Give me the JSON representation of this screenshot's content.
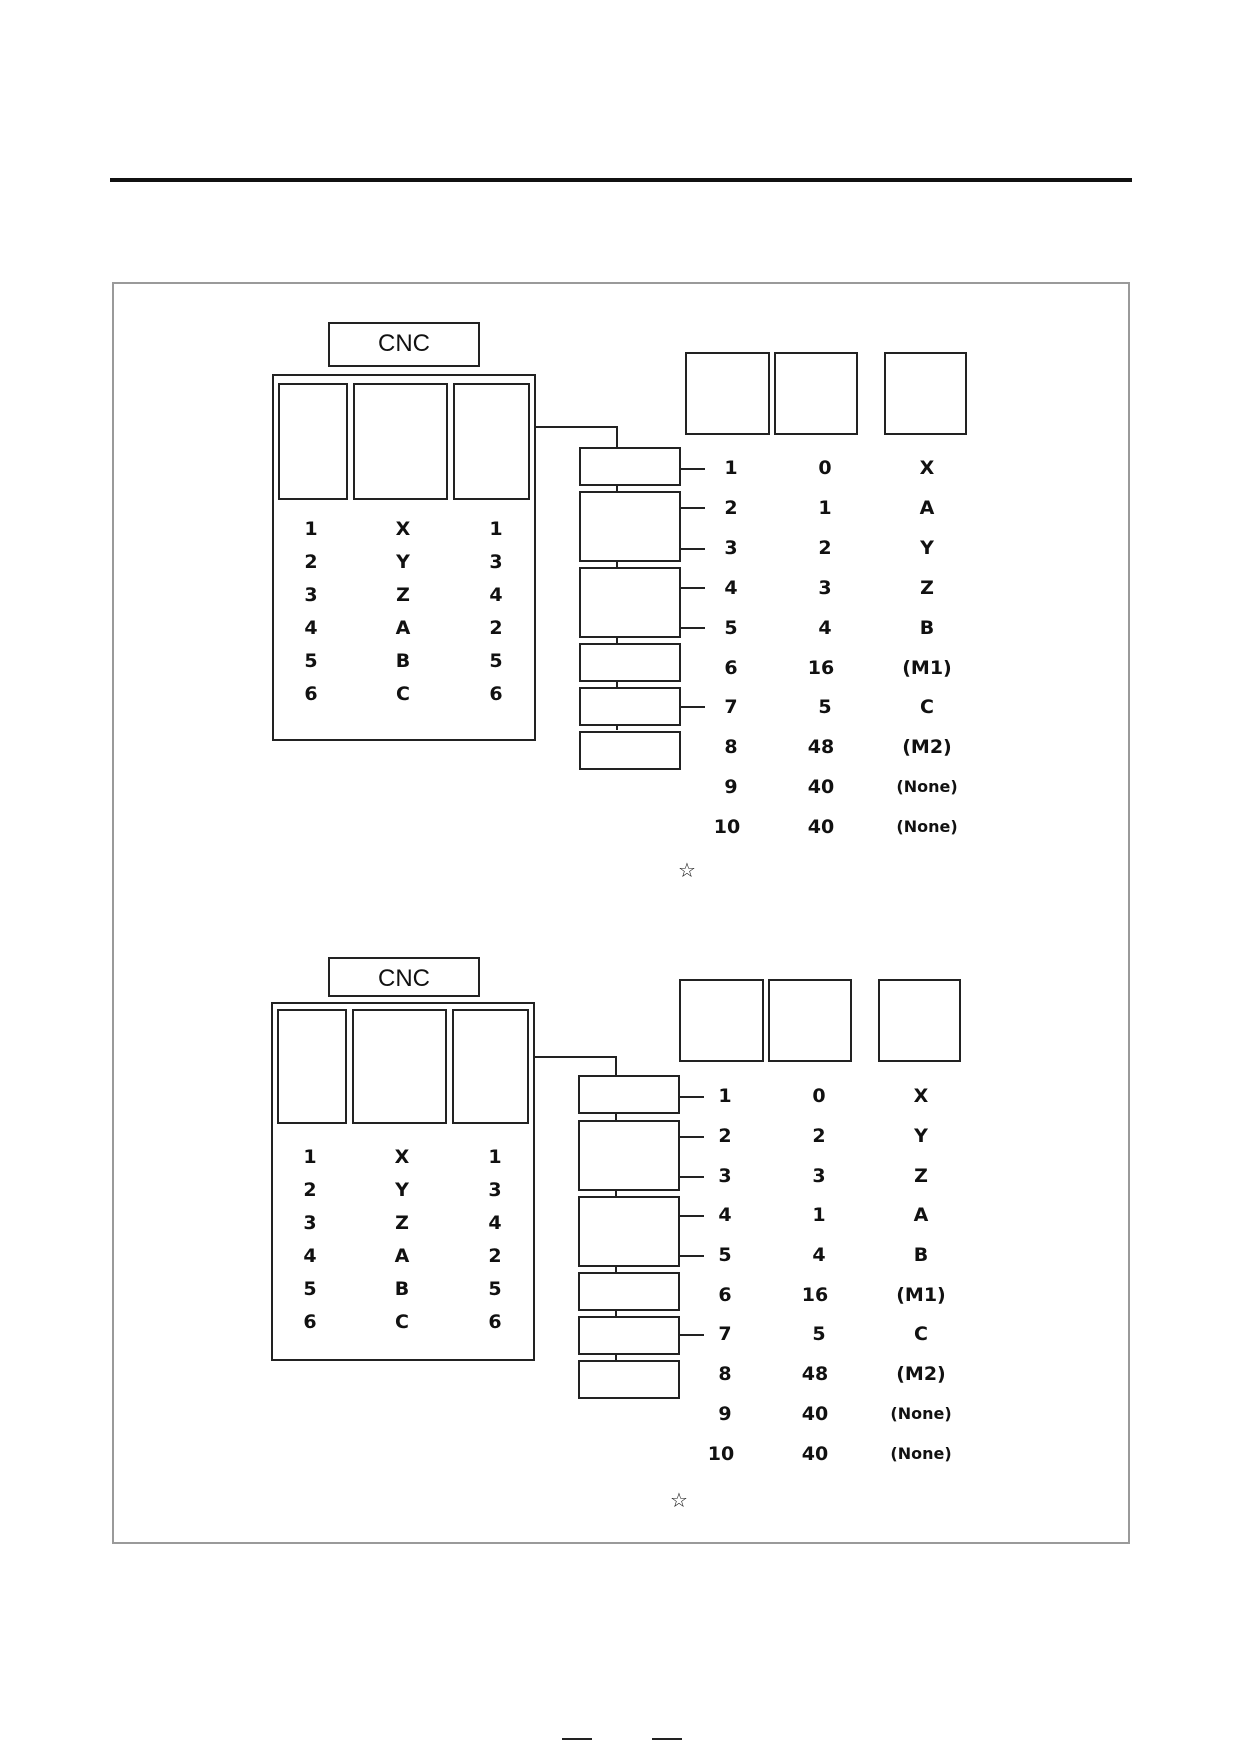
{
  "diagrams": [
    {
      "cnc_label": "CNC",
      "cnc_table": {
        "col1": [
          "1",
          "2",
          "3",
          "4",
          "5",
          "6"
        ],
        "col2": [
          "X",
          "Y",
          "Z",
          "A",
          "B",
          "C"
        ],
        "col3": [
          "1",
          "3",
          "4",
          "2",
          "5",
          "6"
        ]
      },
      "axis_table": {
        "col1": [
          "1",
          "2",
          "3",
          "4",
          "5",
          "6",
          "7",
          "8",
          "9",
          "10"
        ],
        "col2": [
          "0",
          "1",
          "2",
          "3",
          "4",
          "16",
          "5",
          "48",
          "40",
          "40"
        ],
        "col3": [
          "X",
          "A",
          "Y",
          "Z",
          "B",
          "(M1)",
          "C",
          "(M2)",
          "(None)",
          "(None)"
        ]
      },
      "star": "☆"
    },
    {
      "cnc_label": "CNC",
      "cnc_table": {
        "col1": [
          "1",
          "2",
          "3",
          "4",
          "5",
          "6"
        ],
        "col2": [
          "X",
          "Y",
          "Z",
          "A",
          "B",
          "C"
        ],
        "col3": [
          "1",
          "3",
          "4",
          "2",
          "5",
          "6"
        ]
      },
      "axis_table": {
        "col1": [
          "1",
          "2",
          "3",
          "4",
          "5",
          "6",
          "7",
          "8",
          "9",
          "10"
        ],
        "col2": [
          "0",
          "2",
          "3",
          "1",
          "4",
          "16",
          "5",
          "48",
          "40",
          "40"
        ],
        "col3": [
          "X",
          "Y",
          "Z",
          "A",
          "B",
          "(M1)",
          "C",
          "(M2)",
          "(None)",
          "(None)"
        ]
      },
      "star": "☆"
    }
  ]
}
